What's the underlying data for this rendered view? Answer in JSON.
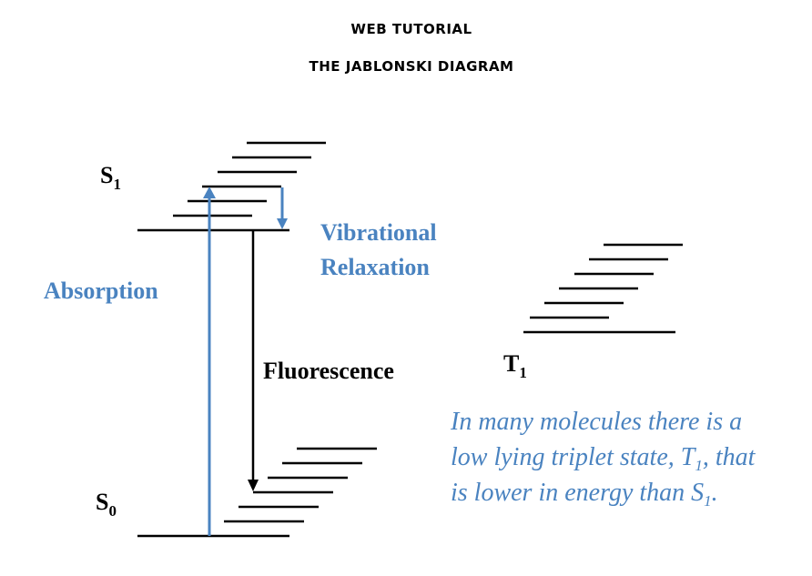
{
  "header": {
    "line1": "WEB TUTORIAL",
    "line2": "THE JABLONSKI DIAGRAM"
  },
  "states": {
    "s1": {
      "letter": "S",
      "sub": "1"
    },
    "s0": {
      "letter": "S",
      "sub": "0"
    },
    "t1": {
      "letter": "T",
      "sub": "1"
    }
  },
  "transitions": {
    "absorption": "Absorption",
    "vibrational_line1": "Vibrational",
    "vibrational_line2": "Relaxation",
    "fluorescence": "Fluorescence"
  },
  "note": {
    "line1": "In many molecules there is a",
    "line2_a": "low lying triplet state, T",
    "line2_sub": "1",
    "line2_b": ", that",
    "line3_a": "is lower in energy than S",
    "line3_sub": "1",
    "line3_b": "."
  },
  "colors": {
    "accent": "#4a83c0",
    "text": "#000000",
    "background": "#ffffff"
  }
}
